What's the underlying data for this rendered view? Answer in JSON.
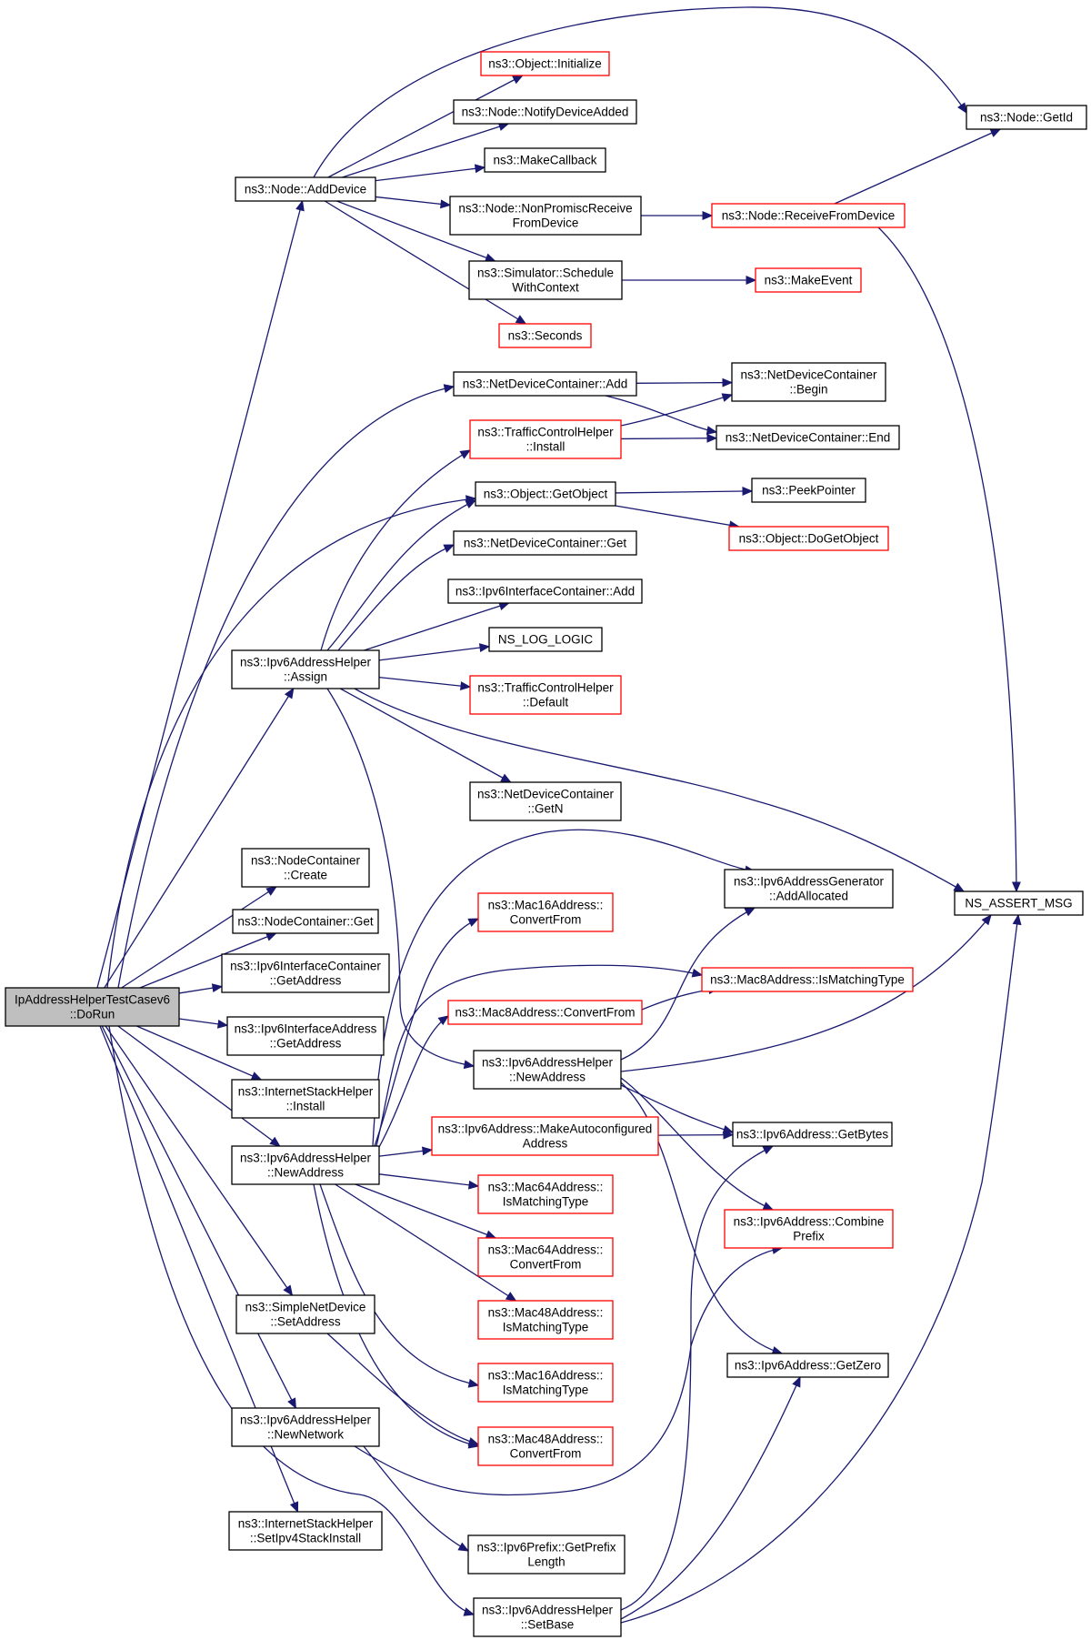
{
  "diagram": {
    "colors": {
      "edge": "#191970",
      "border_normal": "#000000",
      "border_truncated": "#ff0000",
      "root_fill": "#bfbfbf",
      "node_fill": "#ffffff"
    },
    "nodes": [
      {
        "id": "root",
        "lines": [
          "IpAddressHelperTestCasev6",
          "::DoRun"
        ],
        "border": "black",
        "root": true
      },
      {
        "id": "node_adddevice",
        "lines": [
          "ns3::Node::AddDevice"
        ],
        "border": "black"
      },
      {
        "id": "object_initialize",
        "lines": [
          "ns3::Object::Initialize"
        ],
        "border": "red"
      },
      {
        "id": "notify_device_added",
        "lines": [
          "ns3::Node::NotifyDeviceAdded"
        ],
        "border": "black"
      },
      {
        "id": "makecallback",
        "lines": [
          "ns3::MakeCallback"
        ],
        "border": "black"
      },
      {
        "id": "nonpromisc",
        "lines": [
          "ns3::Node::NonPromiscReceive",
          "FromDevice"
        ],
        "border": "black"
      },
      {
        "id": "schedule_ctx",
        "lines": [
          "ns3::Simulator::Schedule",
          "WithContext"
        ],
        "border": "black"
      },
      {
        "id": "seconds",
        "lines": [
          "ns3::Seconds"
        ],
        "border": "red"
      },
      {
        "id": "node_getid",
        "lines": [
          "ns3::Node::GetId"
        ],
        "border": "black"
      },
      {
        "id": "receivefromdevice",
        "lines": [
          "ns3::Node::ReceiveFromDevice"
        ],
        "border": "red"
      },
      {
        "id": "makeevent",
        "lines": [
          "ns3::MakeEvent"
        ],
        "border": "red"
      },
      {
        "id": "ndc_add",
        "lines": [
          "ns3::NetDeviceContainer::Add"
        ],
        "border": "black"
      },
      {
        "id": "ndc_begin",
        "lines": [
          "ns3::NetDeviceContainer",
          "::Begin"
        ],
        "border": "black"
      },
      {
        "id": "tch_install",
        "lines": [
          "ns3::TrafficControlHelper",
          "::Install"
        ],
        "border": "red"
      },
      {
        "id": "ndc_end",
        "lines": [
          "ns3::NetDeviceContainer::End"
        ],
        "border": "black"
      },
      {
        "id": "getobject",
        "lines": [
          "ns3::Object::GetObject"
        ],
        "border": "black"
      },
      {
        "id": "peekpointer",
        "lines": [
          "ns3::PeekPointer"
        ],
        "border": "black"
      },
      {
        "id": "dogetobject",
        "lines": [
          "ns3::Object::DoGetObject"
        ],
        "border": "red"
      },
      {
        "id": "ndc_get",
        "lines": [
          "ns3::NetDeviceContainer::Get"
        ],
        "border": "black"
      },
      {
        "id": "iic_add",
        "lines": [
          "ns3::Ipv6InterfaceContainer::Add"
        ],
        "border": "black"
      },
      {
        "id": "ns_log_logic",
        "lines": [
          "NS_LOG_LOGIC"
        ],
        "border": "black"
      },
      {
        "id": "assign",
        "lines": [
          "ns3::Ipv6AddressHelper",
          "::Assign"
        ],
        "border": "black"
      },
      {
        "id": "tch_default",
        "lines": [
          "ns3::TrafficControlHelper",
          "::Default"
        ],
        "border": "red"
      },
      {
        "id": "ndc_getn",
        "lines": [
          "ns3::NetDeviceContainer",
          "::GetN"
        ],
        "border": "black"
      },
      {
        "id": "ns_assert_msg",
        "lines": [
          "NS_ASSERT_MSG"
        ],
        "border": "black"
      },
      {
        "id": "nc_create",
        "lines": [
          "ns3::NodeContainer",
          "::Create"
        ],
        "border": "black"
      },
      {
        "id": "nc_get",
        "lines": [
          "ns3::NodeContainer::Get"
        ],
        "border": "black"
      },
      {
        "id": "iic_getaddress",
        "lines": [
          "ns3::Ipv6InterfaceContainer",
          "::GetAddress"
        ],
        "border": "black"
      },
      {
        "id": "iia_getaddress",
        "lines": [
          "ns3::Ipv6InterfaceAddress",
          "::GetAddress"
        ],
        "border": "black"
      },
      {
        "id": "ish_install",
        "lines": [
          "ns3::InternetStackHelper",
          "::Install"
        ],
        "border": "black"
      },
      {
        "id": "ah_newaddress_left",
        "lines": [
          "ns3::Ipv6AddressHelper",
          "::NewAddress"
        ],
        "border": "black"
      },
      {
        "id": "snd_setaddress",
        "lines": [
          "ns3::SimpleNetDevice",
          "::SetAddress"
        ],
        "border": "black"
      },
      {
        "id": "newnetwork",
        "lines": [
          "ns3::Ipv6AddressHelper",
          "::NewNetwork"
        ],
        "border": "black"
      },
      {
        "id": "setipv4stackinstall",
        "lines": [
          "ns3::InternetStackHelper",
          "::SetIpv4StackInstall"
        ],
        "border": "black"
      },
      {
        "id": "mac16_convertfrom",
        "lines": [
          "ns3::Mac16Address::",
          "ConvertFrom"
        ],
        "border": "red"
      },
      {
        "id": "mac8_convertfrom",
        "lines": [
          "ns3::Mac8Address::ConvertFrom"
        ],
        "border": "red"
      },
      {
        "id": "ah_newaddress_mid",
        "lines": [
          "ns3::Ipv6AddressHelper",
          "::NewAddress"
        ],
        "border": "black"
      },
      {
        "id": "makeautoconfigured",
        "lines": [
          "ns3::Ipv6Address::MakeAutoconfigured",
          "Address"
        ],
        "border": "red"
      },
      {
        "id": "mac64_ismatching",
        "lines": [
          "ns3::Mac64Address::",
          "IsMatchingType"
        ],
        "border": "red"
      },
      {
        "id": "mac64_convertfrom",
        "lines": [
          "ns3::Mac64Address::",
          "ConvertFrom"
        ],
        "border": "red"
      },
      {
        "id": "mac48_ismatching",
        "lines": [
          "ns3::Mac48Address::",
          "IsMatchingType"
        ],
        "border": "red"
      },
      {
        "id": "mac16_ismatching",
        "lines": [
          "ns3::Mac16Address::",
          "IsMatchingType"
        ],
        "border": "red"
      },
      {
        "id": "mac48_convertfrom",
        "lines": [
          "ns3::Mac48Address::",
          "ConvertFrom"
        ],
        "border": "red"
      },
      {
        "id": "getprefixlength",
        "lines": [
          "ns3::Ipv6Prefix::GetPrefix",
          "Length"
        ],
        "border": "black"
      },
      {
        "id": "setbase",
        "lines": [
          "ns3::Ipv6AddressHelper",
          "::SetBase"
        ],
        "border": "black"
      },
      {
        "id": "addrgen_addallocated",
        "lines": [
          "ns3::Ipv6AddressGenerator",
          "::AddAllocated"
        ],
        "border": "black"
      },
      {
        "id": "mac8_ismatching",
        "lines": [
          "ns3::Mac8Address::IsMatchingType"
        ],
        "border": "red"
      },
      {
        "id": "getbytes",
        "lines": [
          "ns3::Ipv6Address::GetBytes"
        ],
        "border": "black"
      },
      {
        "id": "combineprefix",
        "lines": [
          "ns3::Ipv6Address::Combine",
          "Prefix"
        ],
        "border": "red"
      },
      {
        "id": "getzero",
        "lines": [
          "ns3::Ipv6Address::GetZero"
        ],
        "border": "black"
      }
    ],
    "edges": [
      [
        "root",
        "node_adddevice"
      ],
      [
        "root",
        "ndc_add"
      ],
      [
        "root",
        "getobject"
      ],
      [
        "root",
        "assign"
      ],
      [
        "root",
        "nc_create"
      ],
      [
        "root",
        "nc_get"
      ],
      [
        "root",
        "iic_getaddress"
      ],
      [
        "root",
        "iia_getaddress"
      ],
      [
        "root",
        "ish_install"
      ],
      [
        "root",
        "ah_newaddress_left"
      ],
      [
        "root",
        "snd_setaddress"
      ],
      [
        "root",
        "newnetwork"
      ],
      [
        "root",
        "setipv4stackinstall"
      ],
      [
        "root",
        "setbase"
      ],
      [
        "node_adddevice",
        "object_initialize"
      ],
      [
        "node_adddevice",
        "notify_device_added"
      ],
      [
        "node_adddevice",
        "makecallback"
      ],
      [
        "node_adddevice",
        "nonpromisc"
      ],
      [
        "node_adddevice",
        "schedule_ctx"
      ],
      [
        "node_adddevice",
        "seconds"
      ],
      [
        "node_adddevice",
        "node_getid"
      ],
      [
        "nonpromisc",
        "receivefromdevice"
      ],
      [
        "receivefromdevice",
        "node_getid"
      ],
      [
        "receivefromdevice",
        "ns_assert_msg"
      ],
      [
        "schedule_ctx",
        "makeevent"
      ],
      [
        "ndc_add",
        "ndc_begin"
      ],
      [
        "ndc_add",
        "ndc_end"
      ],
      [
        "tch_install",
        "ndc_begin"
      ],
      [
        "tch_install",
        "ndc_end"
      ],
      [
        "getobject",
        "peekpointer"
      ],
      [
        "getobject",
        "dogetobject"
      ],
      [
        "assign",
        "tch_install"
      ],
      [
        "assign",
        "getobject"
      ],
      [
        "assign",
        "ndc_get"
      ],
      [
        "assign",
        "iic_add"
      ],
      [
        "assign",
        "ns_log_logic"
      ],
      [
        "assign",
        "tch_default"
      ],
      [
        "assign",
        "ndc_getn"
      ],
      [
        "assign",
        "ns_assert_msg"
      ],
      [
        "assign",
        "ah_newaddress_mid"
      ],
      [
        "ah_newaddress_left",
        "addrgen_addallocated"
      ],
      [
        "ah_newaddress_left",
        "mac16_convertfrom"
      ],
      [
        "ah_newaddress_left",
        "mac8_ismatching"
      ],
      [
        "ah_newaddress_left",
        "mac8_convertfrom"
      ],
      [
        "ah_newaddress_left",
        "makeautoconfigured"
      ],
      [
        "ah_newaddress_left",
        "mac64_ismatching"
      ],
      [
        "ah_newaddress_left",
        "mac64_convertfrom"
      ],
      [
        "ah_newaddress_left",
        "mac48_ismatching"
      ],
      [
        "ah_newaddress_left",
        "mac16_ismatching"
      ],
      [
        "ah_newaddress_left",
        "mac48_convertfrom"
      ],
      [
        "mac8_convertfrom",
        "mac8_ismatching"
      ],
      [
        "makeautoconfigured",
        "getbytes"
      ],
      [
        "ah_newaddress_mid",
        "addrgen_addallocated"
      ],
      [
        "ah_newaddress_mid",
        "ns_assert_msg"
      ],
      [
        "ah_newaddress_mid",
        "getbytes"
      ],
      [
        "ah_newaddress_mid",
        "combineprefix"
      ],
      [
        "ah_newaddress_mid",
        "getzero"
      ],
      [
        "snd_setaddress",
        "mac48_convertfrom"
      ],
      [
        "newnetwork",
        "combineprefix"
      ],
      [
        "newnetwork",
        "getprefixlength"
      ],
      [
        "setbase",
        "getbytes"
      ],
      [
        "setbase",
        "getzero"
      ],
      [
        "setbase",
        "ns_assert_msg"
      ]
    ]
  }
}
